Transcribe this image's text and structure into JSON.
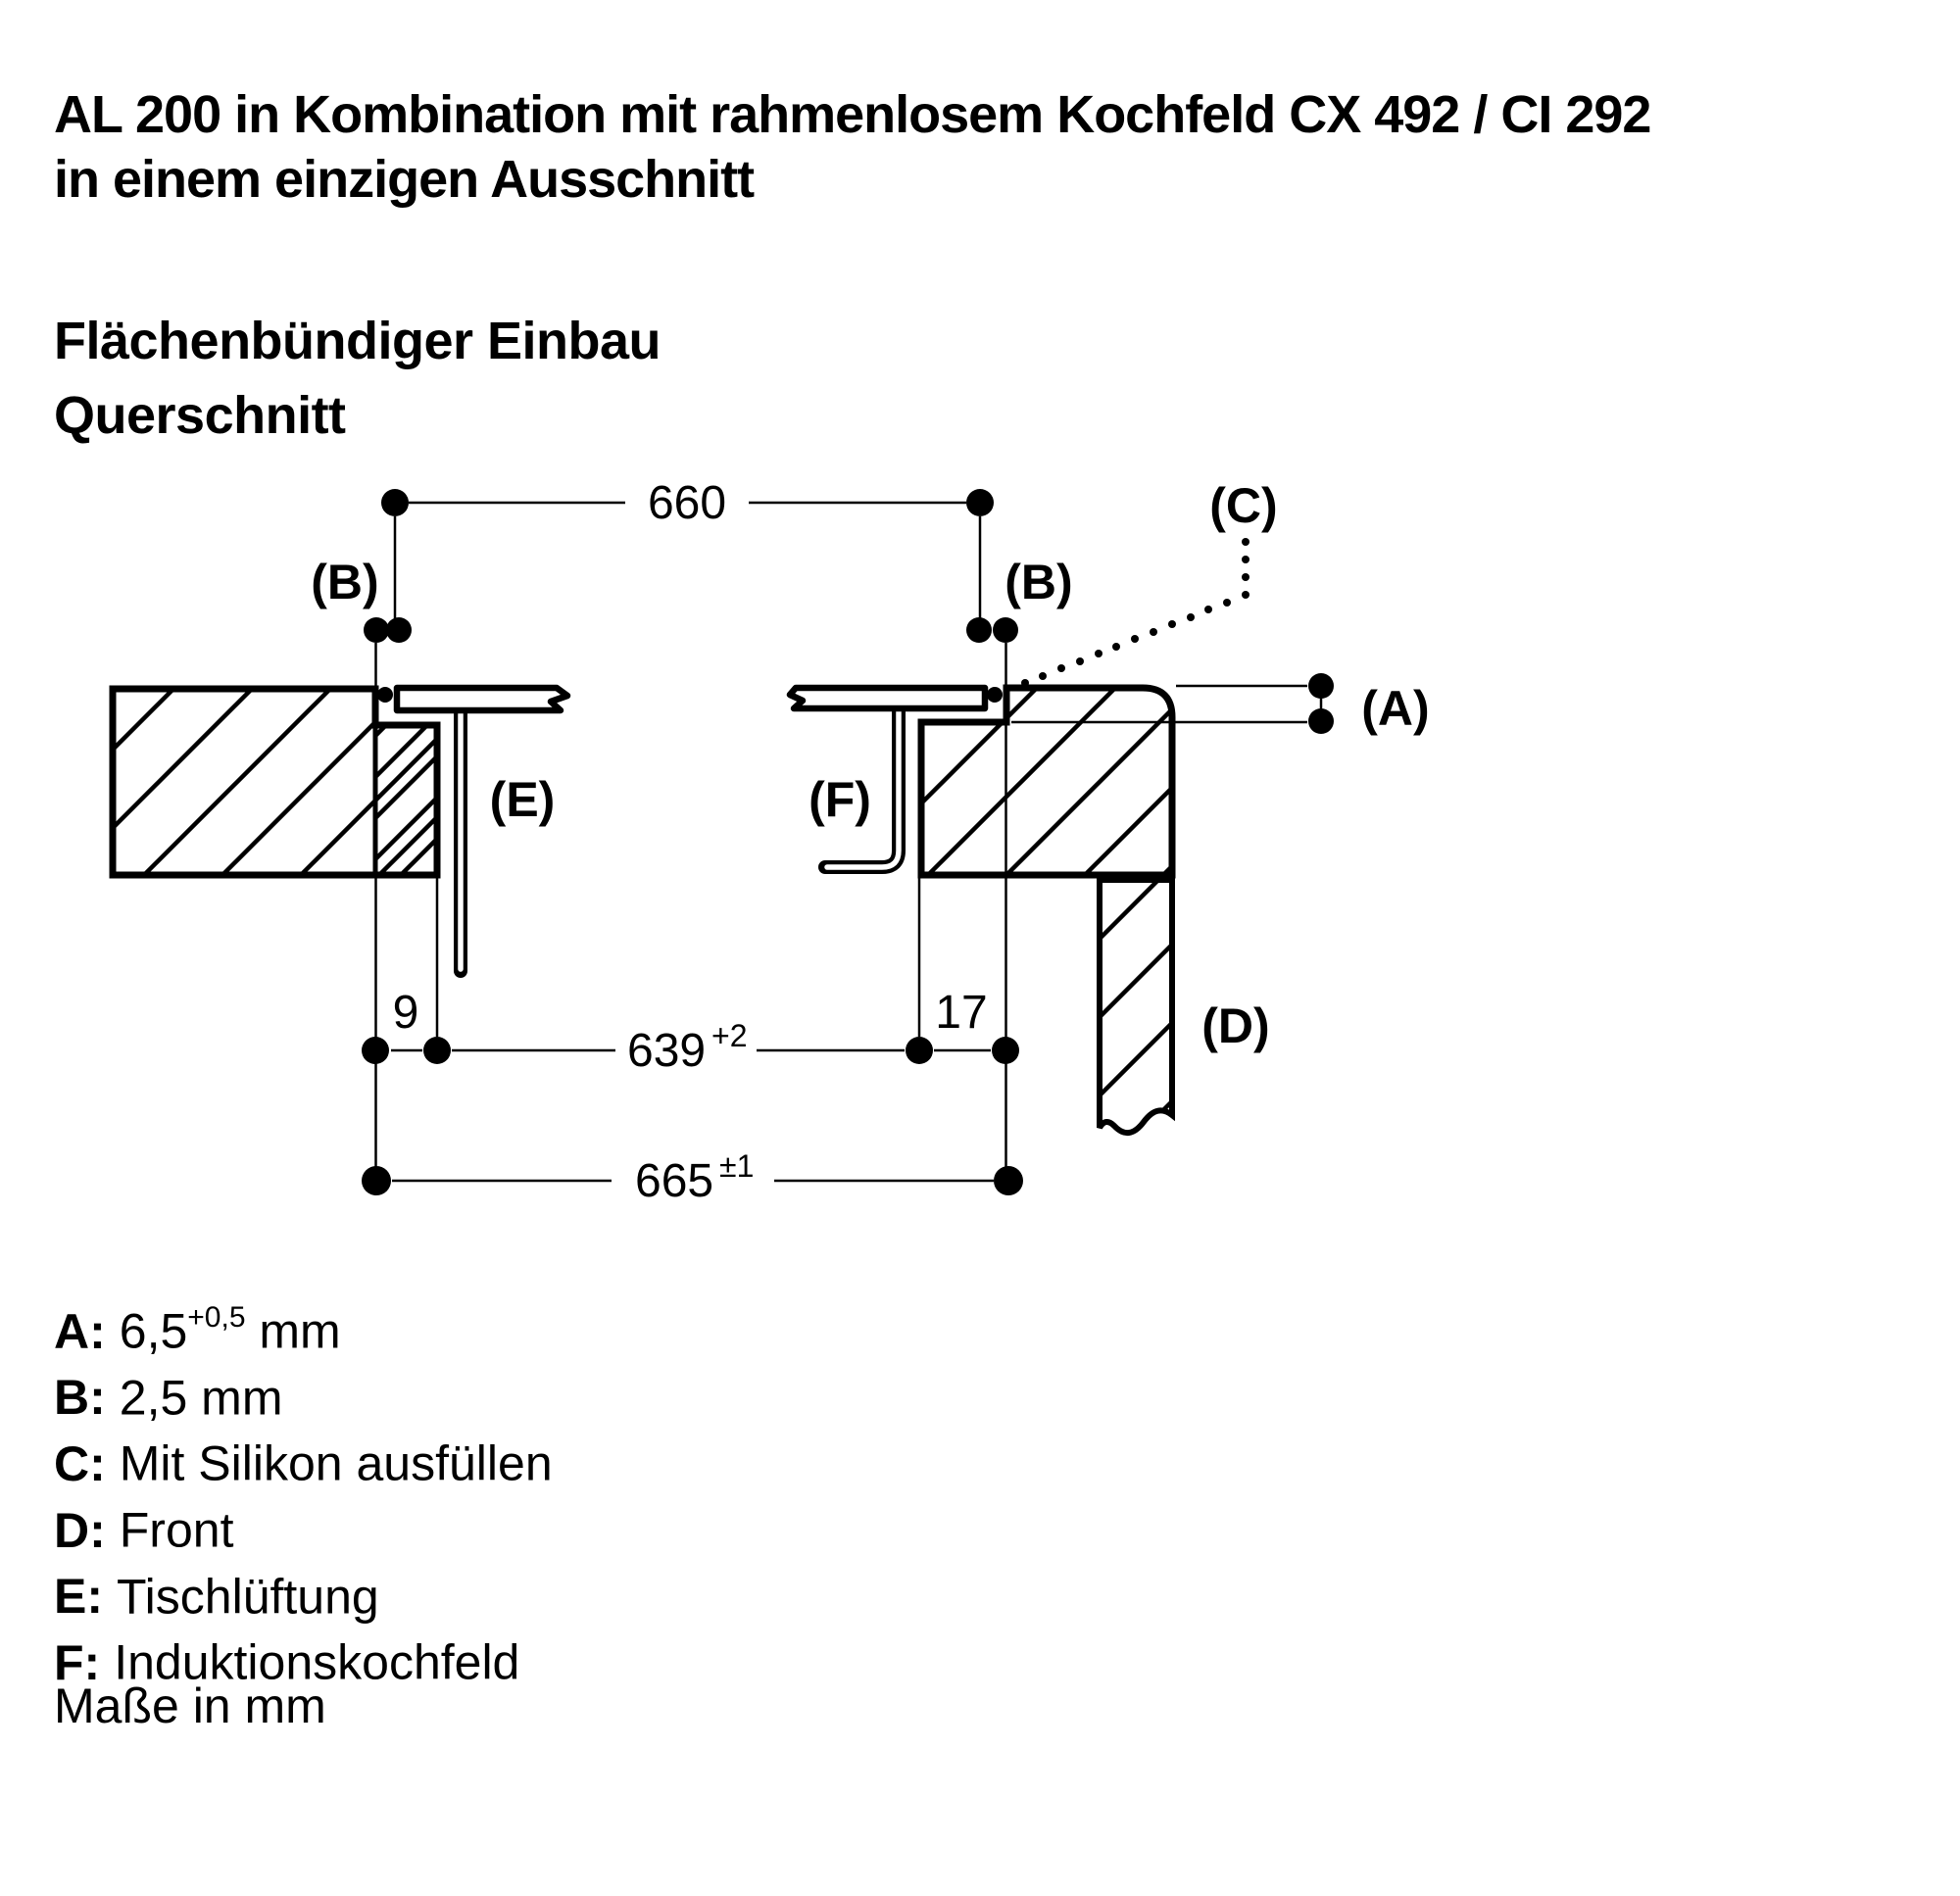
{
  "title": {
    "line1": "AL 200 in Kombination mit rahmenlosem Kochfeld CX 492 / CI 292",
    "line2": "in einem einzigen Ausschnitt"
  },
  "subtitle": {
    "line1": "Flächenbündiger Einbau",
    "line2": "Querschnitt"
  },
  "diagram": {
    "dims": {
      "d660": {
        "value": "660"
      },
      "d639": {
        "value": "639",
        "sup": "+2"
      },
      "d665": {
        "value": "665",
        "sup": "±1"
      },
      "d9": {
        "value": "9"
      },
      "d17": {
        "value": "17"
      }
    },
    "labels": {
      "A": "(A)",
      "B_left": "(B)",
      "B_right": "(B)",
      "C": "(C)",
      "D": "(D)",
      "E": "(E)",
      "F": "(F)"
    }
  },
  "legend": {
    "items": [
      {
        "key": "A:",
        "pre": "6,5",
        "sup": "+0,5",
        "post": " mm"
      },
      {
        "key": "B:",
        "pre": "2,5",
        "sup": "",
        "post": " mm"
      },
      {
        "key": "C:",
        "pre": "Mit Silikon ausfüllen",
        "sup": "",
        "post": ""
      },
      {
        "key": "D:",
        "pre": "Front",
        "sup": "",
        "post": ""
      },
      {
        "key": "E:",
        "pre": "Tischlüftung",
        "sup": "",
        "post": ""
      },
      {
        "key": "F:",
        "pre": "Induktionskochfeld",
        "sup": "",
        "post": ""
      }
    ]
  },
  "footer": {
    "note": "Maße in mm"
  }
}
